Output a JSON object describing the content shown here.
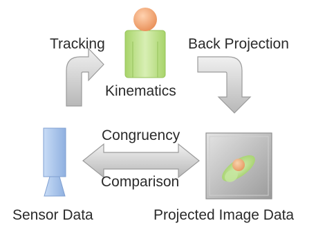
{
  "labels": {
    "tracking": "Tracking",
    "back_projection": "Back Projection",
    "kinematics": "Kinematics",
    "congruency": "Congruency",
    "comparison": "Comparison",
    "sensor_data": "Sensor Data",
    "projected_image_data": "Projected Image Data"
  },
  "colors": {
    "arrow_fill": "#c8c8c8",
    "arrow_stroke": "#9a9a9a",
    "human_head": "#f2a678",
    "human_body": "#bfe08a",
    "sensor_fill": "#a9c4ea",
    "image_frame": "#8f8f8f"
  }
}
